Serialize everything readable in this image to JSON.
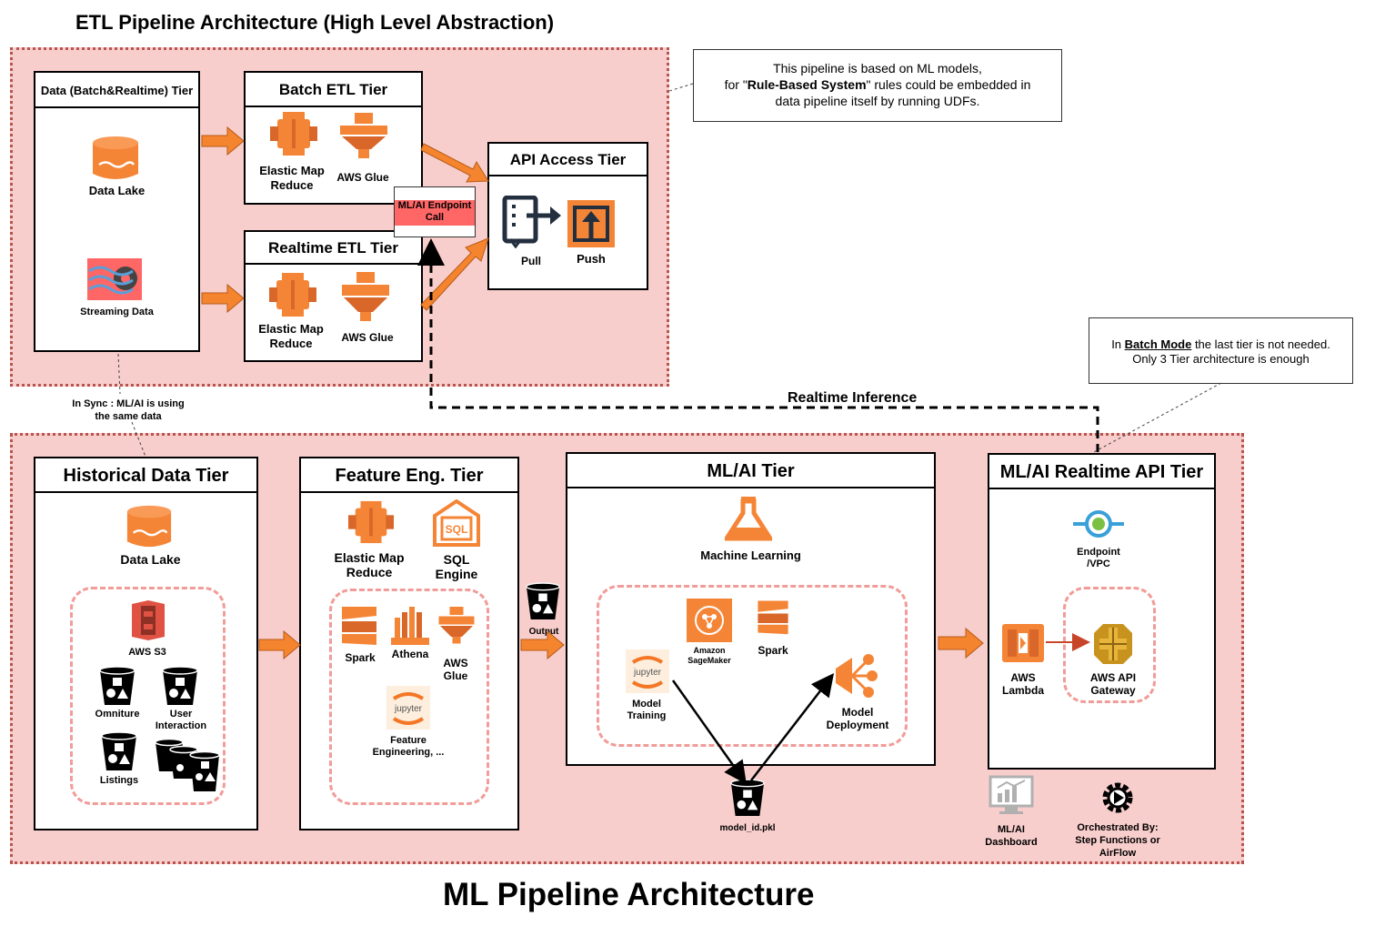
{
  "titles": {
    "top": "ETL Pipeline Architecture (High Level Abstraction)",
    "bottom": "ML Pipeline Architecture"
  },
  "etl": {
    "data_tier": {
      "header": "Data (Batch&Realtime) Tier",
      "data_lake": "Data Lake",
      "streaming": "Streaming Data"
    },
    "batch_tier": {
      "header": "Batch ETL Tier",
      "emr_line1": "Elastic Map",
      "emr_line2": "Reduce",
      "glue": "AWS Glue"
    },
    "realtime_tier": {
      "header": "Realtime ETL Tier",
      "emr_line1": "Elastic Map",
      "emr_line2": "Reduce",
      "glue": "AWS Glue"
    },
    "api_tier": {
      "header": "API Access Tier",
      "pull": "Pull",
      "push": "Push"
    },
    "endpoint_call_line1": "ML/AI Endpoint",
    "endpoint_call_line2": "Call"
  },
  "notes": {
    "rule_line1": "This pipeline is based on ML models,",
    "rule_line2_pre": "for \"",
    "rule_line2_bold": "Rule-Based System",
    "rule_line2_post": "\" rules could be embedded in",
    "rule_line3": "data pipeline itself by running UDFs.",
    "batch_pre": "In ",
    "batch_bold": "Batch Mode",
    "batch_post": " the last tier is not needed.",
    "batch_line2": "Only 3 Tier architecture is enough"
  },
  "labels": {
    "in_sync_line1": "In Sync : ML/AI is using",
    "in_sync_line2": "the same data",
    "realtime_inference": "Realtime Inference",
    "output": "Output",
    "model_file": "model_id.pkl",
    "dashboard_line1": "ML/AI",
    "dashboard_line2": "Dashboard",
    "orch_line1": "Orchestrated By:",
    "orch_line2": "Step Functions or",
    "orch_line3": "AirFlow"
  },
  "ml": {
    "historical": {
      "header": "Historical Data Tier",
      "data_lake": "Data Lake",
      "s3": "AWS S3",
      "omniture": "Omniture",
      "user_line1": "User",
      "user_line2": "Interaction",
      "listings": "Listings"
    },
    "feature": {
      "header": "Feature Eng. Tier",
      "emr_line1": "Elastic Map",
      "emr_line2": "Reduce",
      "sql_line1": "SQL",
      "sql_line2": "Engine",
      "sql_icon_text": "SQL",
      "spark": "Spark",
      "athena": "Athena",
      "glue_line1": "AWS",
      "glue_line2": "Glue",
      "jupyter_icon_text": "jupyter",
      "fe_line1": "Feature",
      "fe_line2": "Engineering, ..."
    },
    "mlai": {
      "header": "ML/AI Tier",
      "ml": "Machine Learning",
      "sagemaker_line1": "Amazon",
      "sagemaker_line2": "SageMaker",
      "spark": "Spark",
      "jupyter_icon_text": "jupyter",
      "training_line1": "Model",
      "training_line2": "Training",
      "deploy_line1": "Model",
      "deploy_line2": "Deployment"
    },
    "realtime_api": {
      "header": "ML/AI Realtime API Tier",
      "endpoint_line1": "Endpoint",
      "endpoint_line2": "/VPC",
      "lambda_line1": "AWS",
      "lambda_line2": "Lambda",
      "gateway_line1": "AWS API",
      "gateway_line2": "Gateway"
    }
  },
  "colors": {
    "region_fill": "#f8cecc",
    "region_border": "#b85450",
    "arrow_fill": "#f5842f",
    "aws_orange": "#f58536",
    "call_red": "#ff6666",
    "dash_pink": "#f19c99"
  }
}
